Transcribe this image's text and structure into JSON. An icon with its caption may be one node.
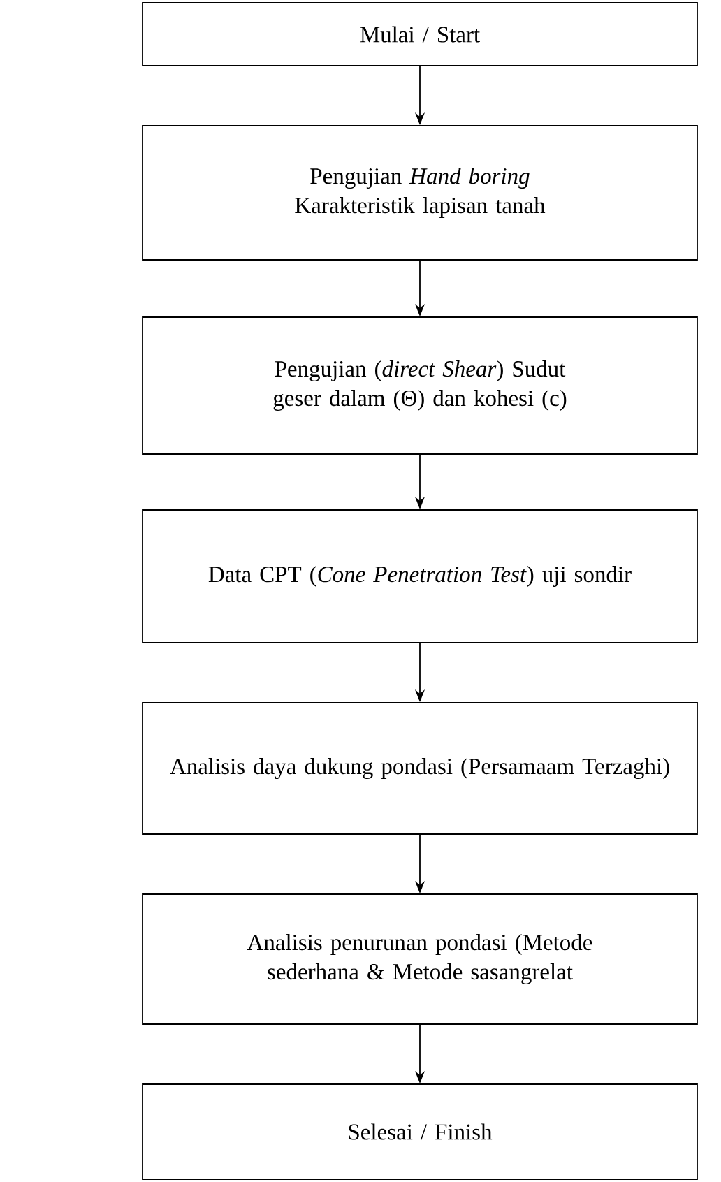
{
  "diagram": {
    "nodes": [
      {
        "text": [
          "Mulai / Start"
        ]
      },
      {
        "text": [
          "Pengujian *Hand boring*",
          "Karakteristik lapisan tanah"
        ]
      },
      {
        "text": [
          "Pengujian (*direct Shear*) Sudut geser dalam (Θ) dan kohesi (c)"
        ]
      },
      {
        "text": [
          "Data CPT (*Cone Penetration Test*) uji sondir"
        ]
      },
      {
        "text": [
          "Analisis daya dukung pondasi (Persamaam Terzaghi)"
        ]
      },
      {
        "text": [
          "Analisis penurunan pondasi (Metode sederhana & Metode sasangrelat"
        ]
      },
      {
        "text": [
          "Selesai / Finish"
        ]
      }
    ],
    "edges": [
      {
        "from": 0,
        "to": 1,
        "arrow": "to"
      },
      {
        "from": 1,
        "to": 2,
        "arrow": "to"
      },
      {
        "from": 2,
        "to": 3,
        "arrow": "to"
      },
      {
        "from": 3,
        "to": 4,
        "arrow": "to"
      },
      {
        "from": 4,
        "to": 5,
        "arrow": "to"
      },
      {
        "from": 5,
        "to": 6,
        "arrow": "to"
      }
    ]
  }
}
